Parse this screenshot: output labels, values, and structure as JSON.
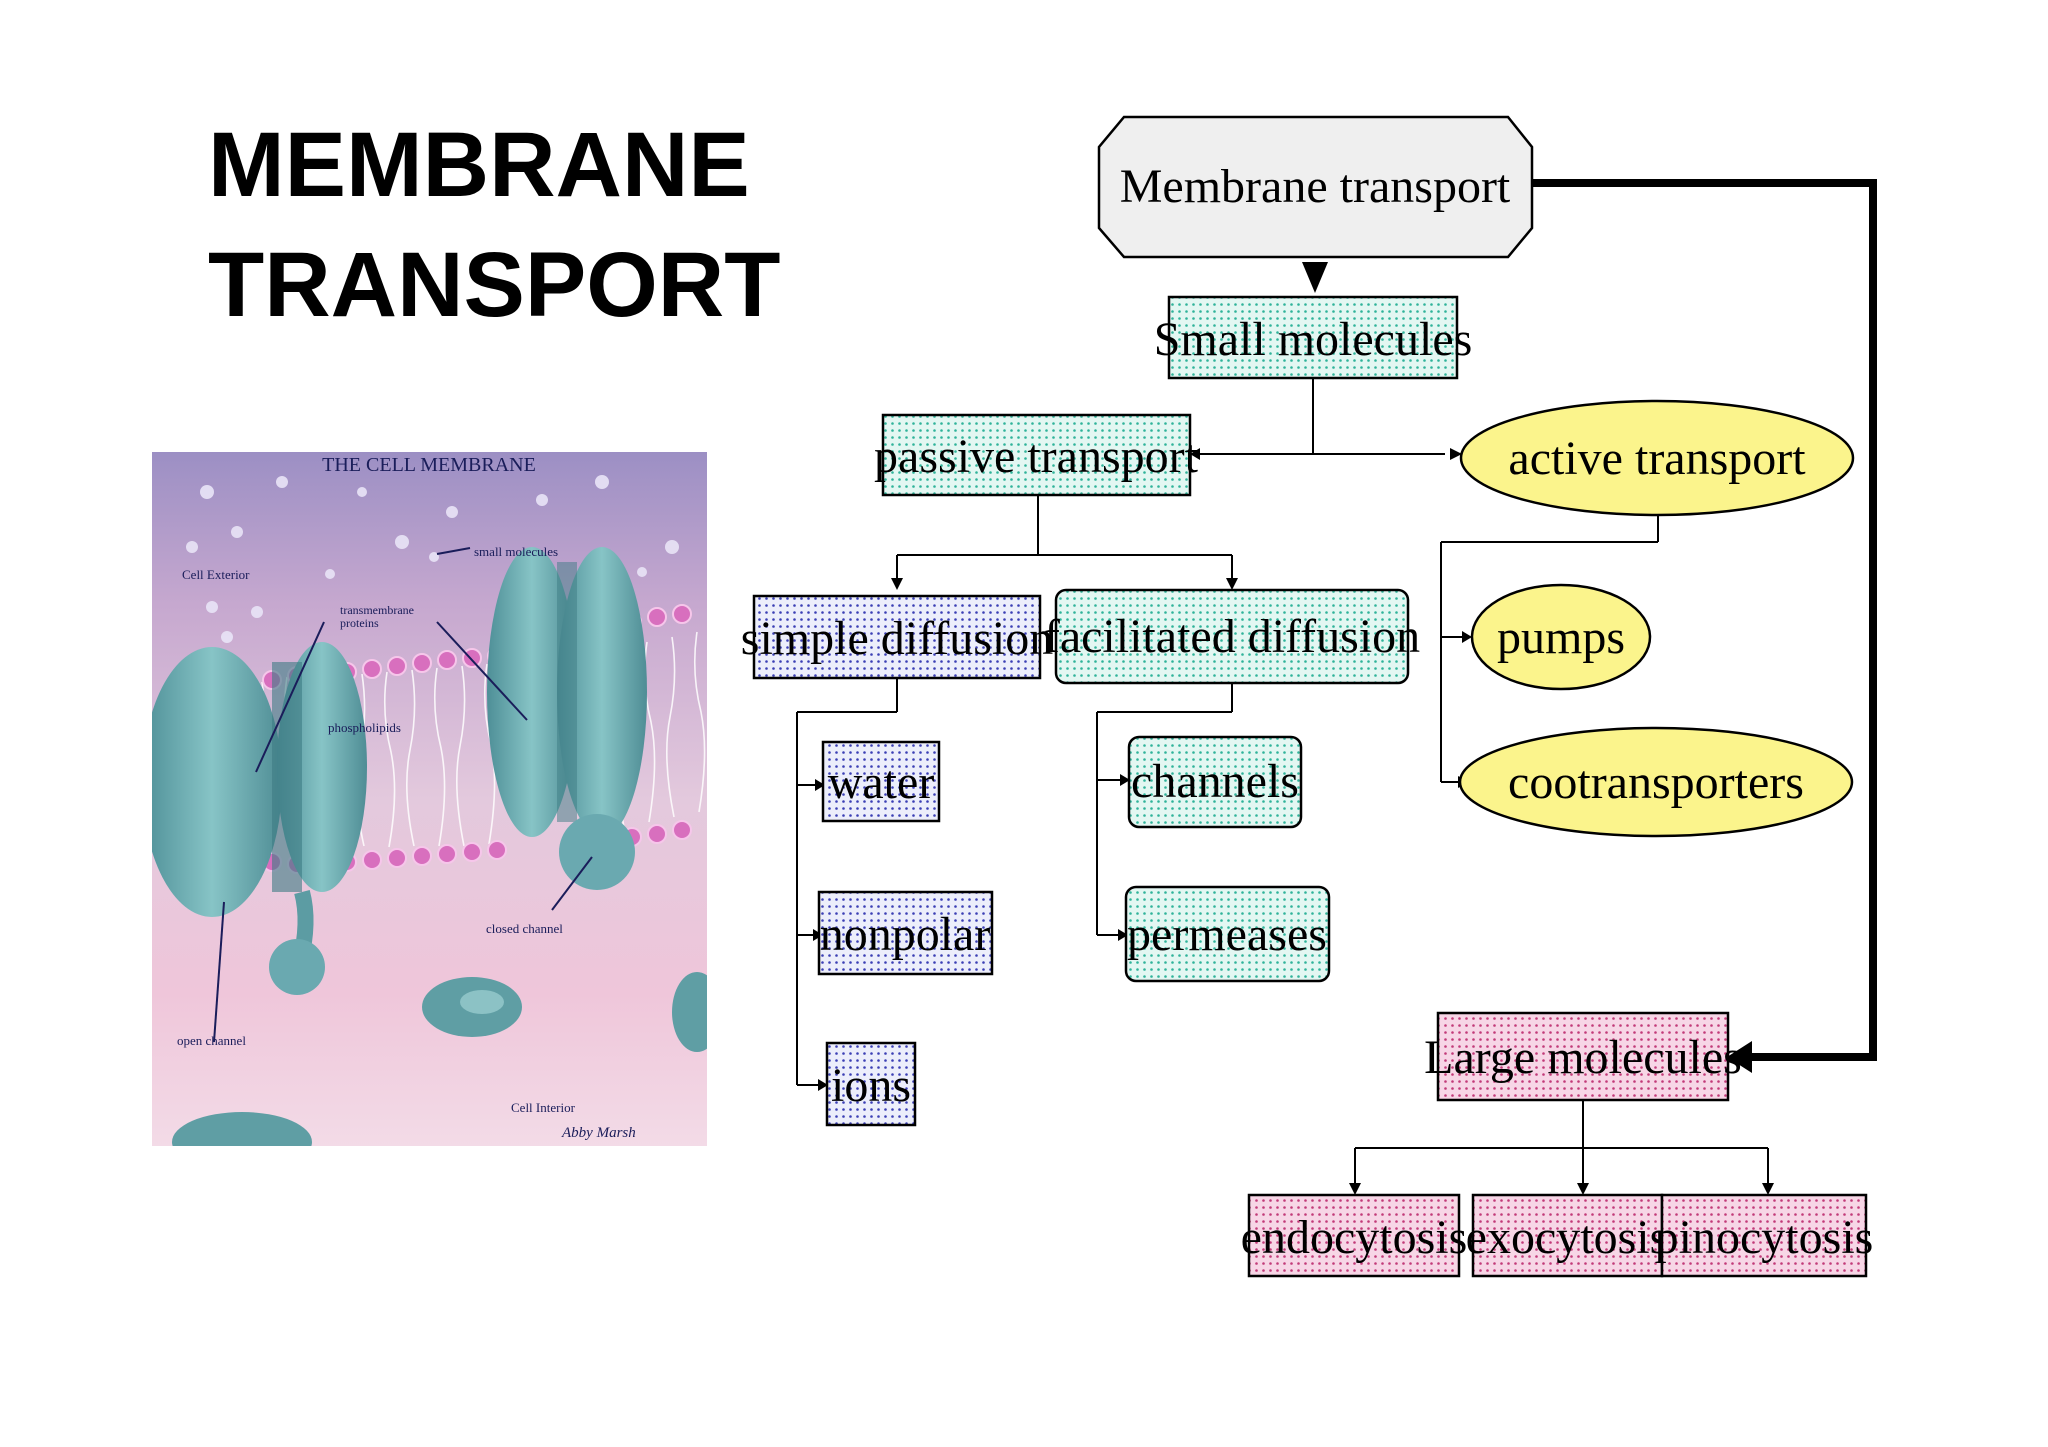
{
  "title": {
    "line1": "MEMBRANE",
    "line2": "TRANSPORT"
  },
  "illustration": {
    "heading": "THE CELL MEMBRANE",
    "labels": {
      "cell_exterior": "Cell Exterior",
      "small_molecules": "small molecules",
      "transmembrane_proteins_1": "transmembrane",
      "transmembrane_proteins_2": "proteins",
      "phospholipids": "phospholipids",
      "closed_channel": "closed channel",
      "open_channel": "open channel",
      "cell_interior": "Cell Interior",
      "signature": "Abby Marsh"
    }
  },
  "flowchart": {
    "root": "Membrane transport",
    "small_molecules": "Small molecules",
    "passive_transport": "passive transport",
    "active_transport": "active transport",
    "simple_diffusion": "simple diffusion",
    "facilitated_diffusion": "facilitated diffusion",
    "water": "water",
    "nonpolar": "nonpolar",
    "ions": "ions",
    "channels": "channels",
    "permeases": "permeases",
    "pumps": "pumps",
    "cotransporters": "cootransporters",
    "large_molecules": "Large molecules",
    "endocytosis": "endocytosis",
    "exocytosis": "exocytosis",
    "pinocytosis": "pinocytosis"
  },
  "colors": {
    "cyan_fill": "#e3f7f2",
    "cyan_dot": "#2fb39a",
    "blue_fill": "#eceefb",
    "blue_dot": "#3b3fb5",
    "yellow_fill": "#fbf48c",
    "pink_fill": "#f7d6e6",
    "pink_dot": "#c23a78",
    "root_fill": "#efefef"
  }
}
